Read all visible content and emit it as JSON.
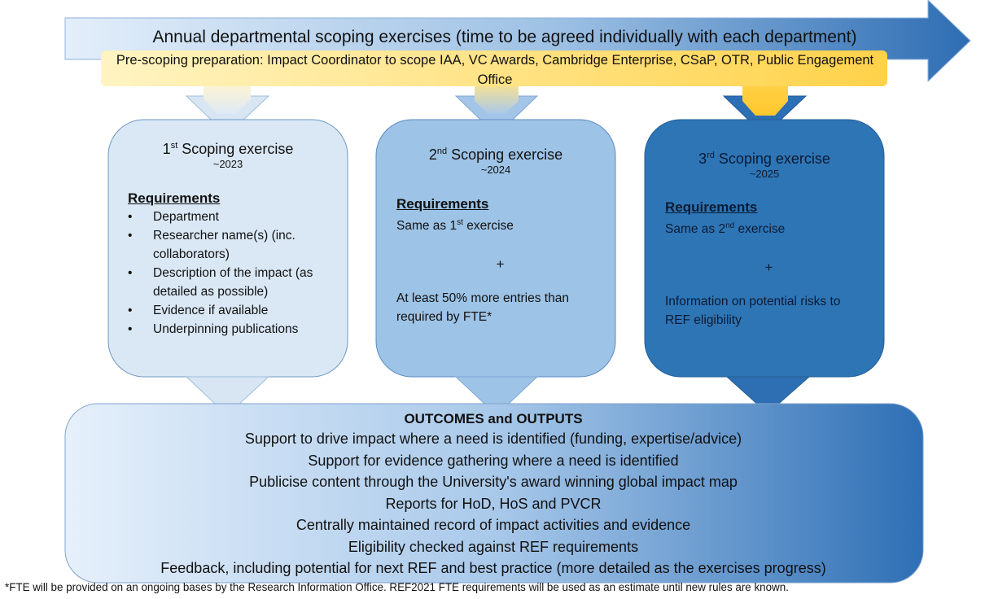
{
  "banner": {
    "title": "Annual departmental scoping exercises (time to be agreed individually with each department)",
    "prescoping": "Pre-scoping preparation: Impact Coordinator to scope IAA, VC Awards, Cambridge Enterprise, CSaP, OTR, Public Engagement Office"
  },
  "exercises": [
    {
      "ordinal": "1",
      "ordinal_suffix": "st",
      "title_rest": " Scoping exercise",
      "year": "~2023",
      "requirements_heading": "Requirements",
      "requirements": [
        "Department",
        "Researcher name(s) (inc. collaborators)",
        "Description of the impact (as detailed as possible)",
        "Evidence if available",
        "Underpinning publications"
      ]
    },
    {
      "ordinal": "2",
      "ordinal_suffix": "nd",
      "title_rest": " Scoping exercise",
      "year": "~2024",
      "requirements_heading": "Requirements",
      "same_as_prefix": "Same as 1",
      "same_as_suffix": "st",
      "same_as_rest": " exercise",
      "plus": "+",
      "extra": "At least 50% more entries than required by FTE*"
    },
    {
      "ordinal": "3",
      "ordinal_suffix": "rd",
      "title_rest": " Scoping exercise",
      "year": "~2025",
      "requirements_heading": "Requirements",
      "same_as_prefix": "Same as 2",
      "same_as_suffix": "nd",
      "same_as_rest": " exercise",
      "plus": "+",
      "extra": "Information on potential risks to REF eligibility"
    }
  ],
  "outcomes": {
    "heading": "OUTCOMES and OUTPUTS",
    "items": [
      "Support to drive impact where a need is identified (funding, expertise/advice)",
      "Support for evidence gathering where a need is identified",
      "Publicise content through the University's award winning global impact map",
      "Reports for HoD, HoS and PVCR",
      "Centrally maintained record of impact activities and evidence",
      "Eligibility checked against REF requirements",
      "Feedback, including potential for next REF and best practice (more detailed as the exercises progress)"
    ]
  },
  "footnote": "*FTE will be provided on an ongoing bases by the Research Information Office. REF2021 FTE requirements will be used as an estimate until new rules are known.",
  "colors": {
    "box1": "#dae8f5",
    "box2": "#9dc3e6",
    "box3": "#2e75b6",
    "prep_left": "#fff2b3",
    "prep_right": "#ffd54f"
  }
}
